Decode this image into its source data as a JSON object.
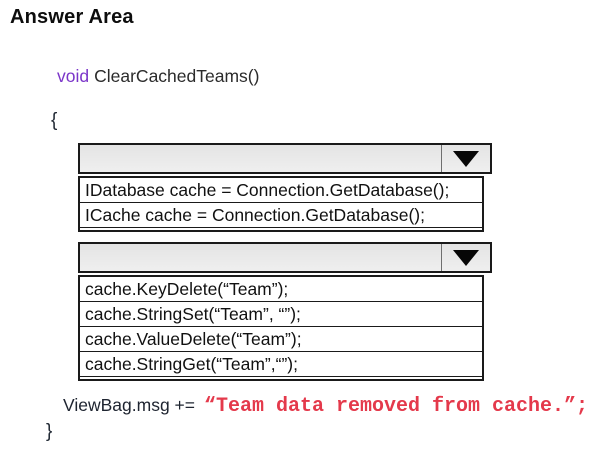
{
  "title": "Answer Area",
  "code": {
    "method_keyword": "void",
    "method_name": "ClearCachedTeams()",
    "open_brace": "{",
    "close_brace": "}",
    "viewbag_prefix": "ViewBag.msg +=",
    "viewbag_string": "“Team data removed from cache.”;"
  },
  "dropdowns": [
    {
      "value": "",
      "icon": "dropdown-arrow",
      "options": [
        "IDatabase cache = Connection.GetDatabase();",
        "ICache cache = Connection.GetDatabase();"
      ]
    },
    {
      "value": "",
      "icon": "dropdown-arrow",
      "options": [
        "cache.KeyDelete(“Team”);",
        "cache.StringSet(“Team”, “”);",
        "cache.ValueDelete(“Team”);",
        "cache.StringGet(“Team”,“”);"
      ]
    }
  ],
  "colors": {
    "keyword_purple": "#7b35c9",
    "string_red": "#e4394b",
    "dropdown_fill": "#eaeaea",
    "border_dark": "#1a1a1a"
  }
}
